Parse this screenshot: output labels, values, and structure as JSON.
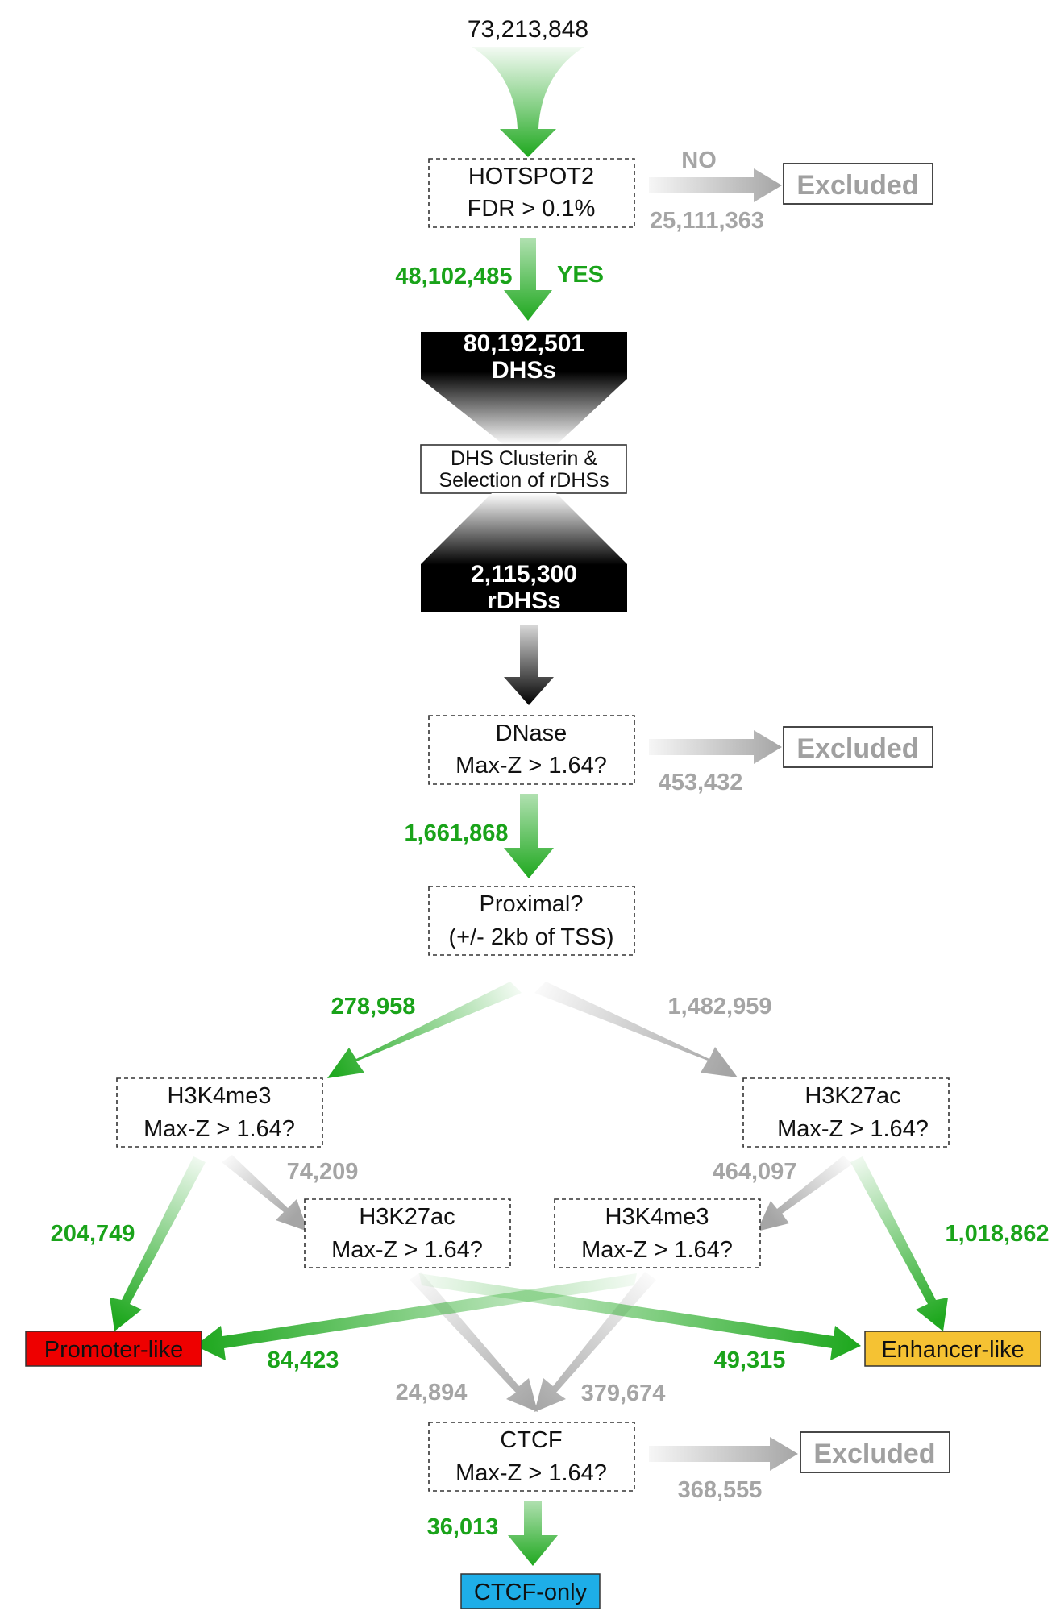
{
  "colors": {
    "accept": "#1fa81f",
    "reject": "#a5a5a5",
    "promoter": "#ee0000",
    "enhancer": "#f5c233",
    "ctcf": "#1eaee8",
    "funnel": "#000000"
  },
  "top_count": "73,213,848",
  "hotspot": {
    "line1": "HOTSPOT2",
    "line2": "FDR > 0.1%",
    "no_label": "NO",
    "no_count": "25,111,363",
    "yes_label": "YES",
    "yes_count": "48,102,485"
  },
  "excluded_label": "Excluded",
  "dhs": {
    "count": "80,192,501",
    "label": "DHSs"
  },
  "cluster": {
    "line1": "DHS Clusterin &",
    "line2": "Selection of rDHSs"
  },
  "rdhs": {
    "count": "2,115,300",
    "label": "rDHSs"
  },
  "dnase": {
    "line1": "DNase",
    "line2": "Max-Z > 1.64?",
    "excluded_count": "453,432",
    "pass_count": "1,661,868"
  },
  "proximal": {
    "line1": "Proximal?",
    "line2": "(+/- 2kb of TSS)",
    "left_count": "278,958",
    "right_count": "1,482,959"
  },
  "h3k4me3_left": {
    "line1": "H3K4me3",
    "line2": "Max-Z > 1.64?",
    "pass_count": "204,749",
    "fail_count": "74,209"
  },
  "h3k27ac_right": {
    "line1": "H3K27ac",
    "line2": "Max-Z > 1.64?",
    "pass_count": "1,018,862",
    "fail_count": "464,097"
  },
  "h3k27ac_mid": {
    "line1": "H3K27ac",
    "line2": "Max-Z > 1.64?",
    "pass_count": "49,315",
    "fail_count": "24,894"
  },
  "h3k4me3_mid": {
    "line1": "H3K4me3",
    "line2": "Max-Z > 1.64?",
    "pass_count": "84,423",
    "fail_count": "379,674"
  },
  "promoter_label": "Promoter-like",
  "enhancer_label": "Enhancer-like",
  "ctcf": {
    "line1": "CTCF",
    "line2": "Max-Z > 1.64?",
    "excluded_count": "368,555",
    "pass_count": "36,013"
  },
  "ctcf_only_label": "CTCF-only"
}
